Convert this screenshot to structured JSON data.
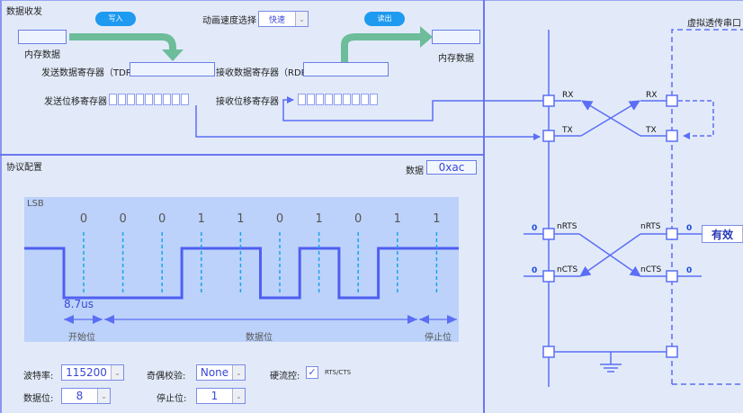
{
  "data_txrx": {
    "title": "数据收发",
    "write_button": "写入",
    "read_button": "读出",
    "speed_label": "动画速度选择",
    "speed_value": "快速",
    "mem_data_left_label": "内存数据",
    "mem_data_right_label": "内存数据",
    "tdr_label": "发送数据寄存器（TDR）",
    "rdr_label": "接收数据寄存器（RDR）",
    "tx_shift_label": "发送位移寄存器",
    "rx_shift_label": "接收位移寄存器",
    "tx_shift_cells": 9,
    "rx_shift_cells": 9
  },
  "protocol": {
    "title": "协议配置",
    "data_label": "数据",
    "data_value": "0xac",
    "waveform": {
      "lsb_label": "LSB",
      "bits": [
        "0",
        "0",
        "0",
        "1",
        "1",
        "0",
        "1",
        "0",
        "1",
        "1"
      ],
      "bit_time": "8.7us",
      "start_label": "开始位",
      "data_label": "数据位",
      "stop_label": "停止位"
    },
    "baud_label": "波特率:",
    "baud_value": "115200",
    "parity_label": "奇偶校验:",
    "parity_value": "None",
    "flow_label": "硬流控:",
    "flow_checked": true,
    "flow_option": "RTS/CTS",
    "databits_label": "数据位:",
    "databits_value": "8",
    "stopbits_label": "停止位:",
    "stopbits_value": "1"
  },
  "connection": {
    "virtual_port_label": "虚拟透传串口",
    "left": {
      "rx": "RX",
      "tx": "TX",
      "nrts": "nRTS",
      "ncts": "nCTS",
      "nrts_value": "0",
      "ncts_value": "0"
    },
    "right": {
      "rx": "RX",
      "tx": "TX",
      "nrts": "nRTS",
      "ncts": "nCTS",
      "nrts_value": "0",
      "ncts_value": "0"
    },
    "rts_select_value": "有效"
  },
  "colors": {
    "accent": "#5b6ef5",
    "button": "#1e9af0",
    "arrow_green": "#6dbd9a",
    "waveform_bg": "#bcd2fa",
    "bit_marker": "#1aa4f0"
  }
}
